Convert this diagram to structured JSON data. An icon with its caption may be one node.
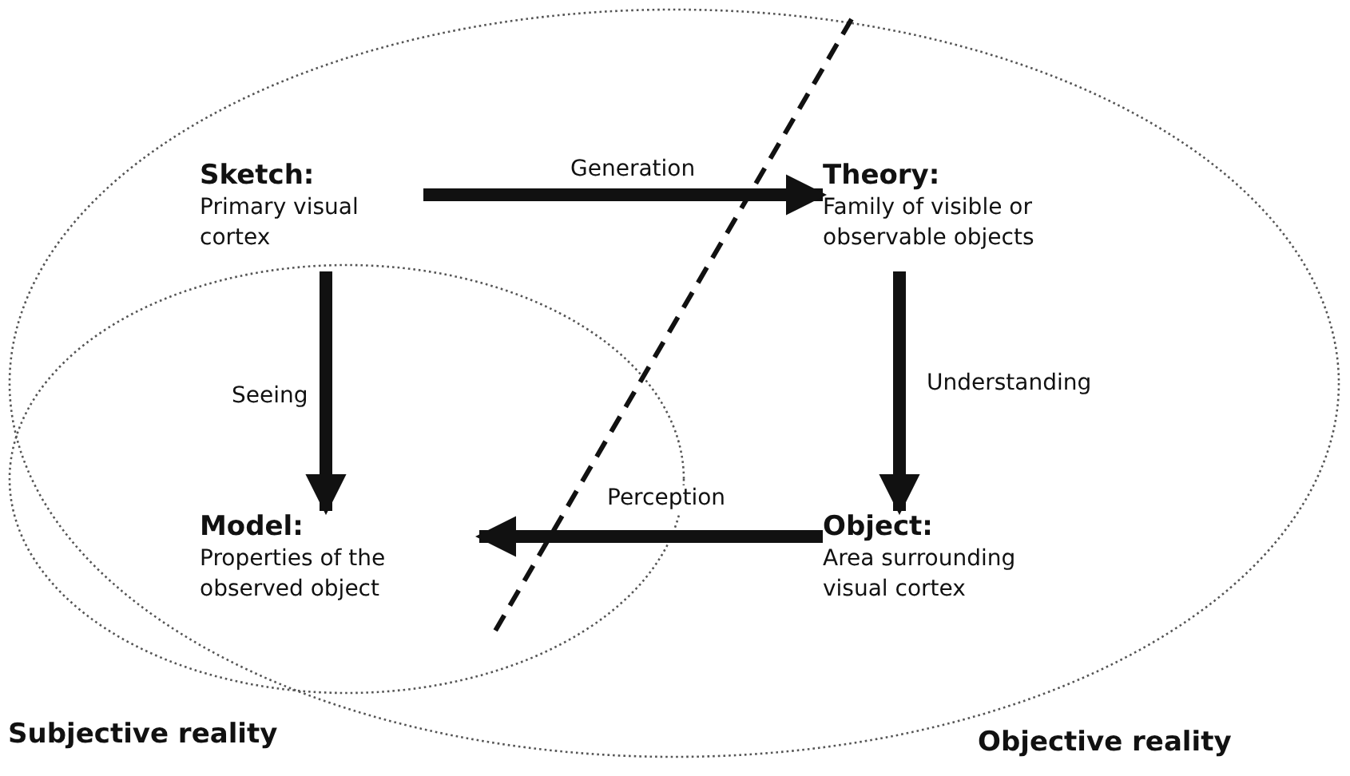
{
  "diagram": {
    "nodes": [
      {
        "text": [
          "Sketch:",
          "Primary visual cortex"
        ]
      },
      {
        "text": [
          "Theory:",
          "Family of visible or observable objects"
        ]
      },
      {
        "text": [
          "Model:",
          "Properties of the observed object"
        ]
      },
      {
        "text": [
          "Object:",
          "Area surrounding visual cortex"
        ]
      }
    ],
    "edges": [
      {
        "from": 0,
        "to": 1,
        "arrow": "to",
        "label": "Generation"
      },
      {
        "from": 0,
        "to": 2,
        "arrow": "to",
        "label": "Seeing"
      },
      {
        "from": 1,
        "to": 3,
        "arrow": "to",
        "label": "Understanding"
      },
      {
        "from": 3,
        "to": 2,
        "arrow": "to",
        "label": "Perception"
      }
    ],
    "labels": [
      "Subjective reality",
      "Objective reality"
    ]
  }
}
